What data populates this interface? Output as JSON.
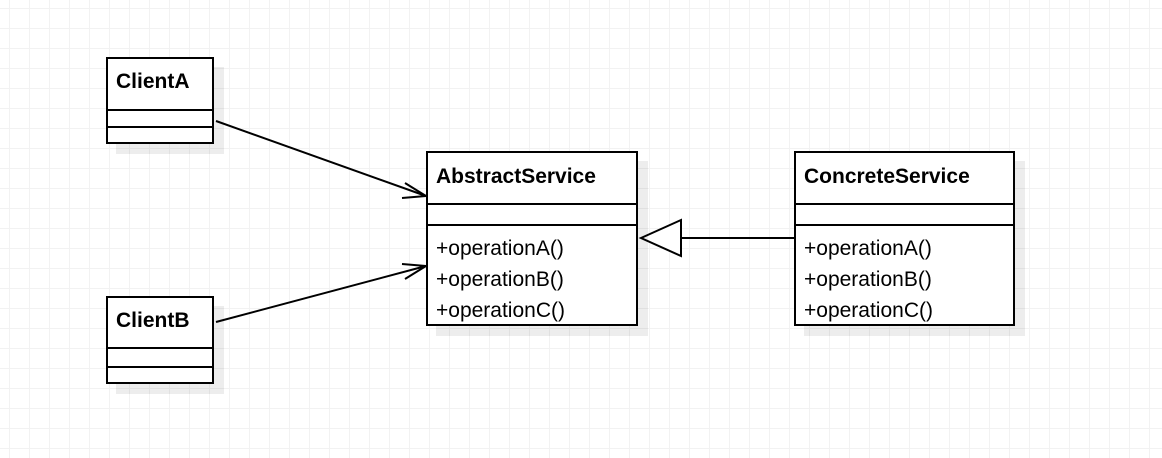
{
  "diagram": {
    "classes": {
      "client_a": {
        "name": "ClientA",
        "operations": []
      },
      "client_b": {
        "name": "ClientB",
        "operations": []
      },
      "abstract_service": {
        "name": "AbstractService",
        "operations": [
          "+operationA()",
          "+operationB()",
          "+operationC()"
        ]
      },
      "concrete_service": {
        "name": "ConcreteService",
        "operations": [
          "+operationA()",
          "+operationB()",
          "+operationC()"
        ]
      }
    },
    "relations": [
      {
        "from": "ClientA",
        "to": "AbstractService",
        "type": "association"
      },
      {
        "from": "ClientB",
        "to": "AbstractService",
        "type": "association"
      },
      {
        "from": "ConcreteService",
        "to": "AbstractService",
        "type": "generalization"
      }
    ]
  }
}
